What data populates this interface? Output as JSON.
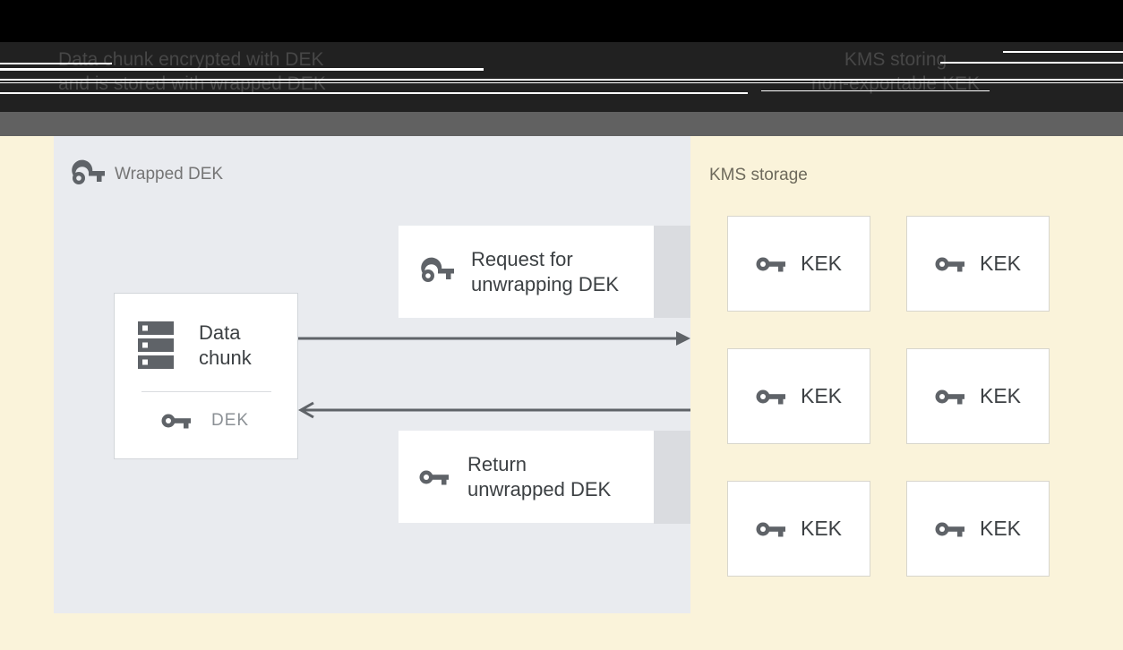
{
  "header": {
    "caption_left_line1": "Data chunk encrypted with DEK",
    "caption_left_line2": "and is stored with wrapped DEK",
    "caption_right_line1": "KMS storing",
    "caption_right_line2": "non-exportable KEK"
  },
  "panel": {
    "label": "Wrapped DEK",
    "data_chunk": {
      "title_line1": "Data",
      "title_line2": "chunk",
      "key_label": "DEK"
    },
    "request_box": {
      "line1": "Request for",
      "line2": "unwrapping DEK"
    },
    "return_box": {
      "line1": "Return",
      "line2": "unwrapped DEK"
    }
  },
  "kms": {
    "label": "KMS storage",
    "keks": [
      "KEK",
      "KEK",
      "KEK",
      "KEK",
      "KEK",
      "KEK"
    ]
  },
  "colors": {
    "background": "#faf3da",
    "panel": "#e9ebef",
    "header_black": "#000000",
    "header_charcoal": "#212121",
    "header_gray_band": "#616161",
    "box_text": "#3c4043",
    "muted_label": "#757575",
    "icon_gray": "#5f6368",
    "tab_gray": "#dadce0"
  }
}
